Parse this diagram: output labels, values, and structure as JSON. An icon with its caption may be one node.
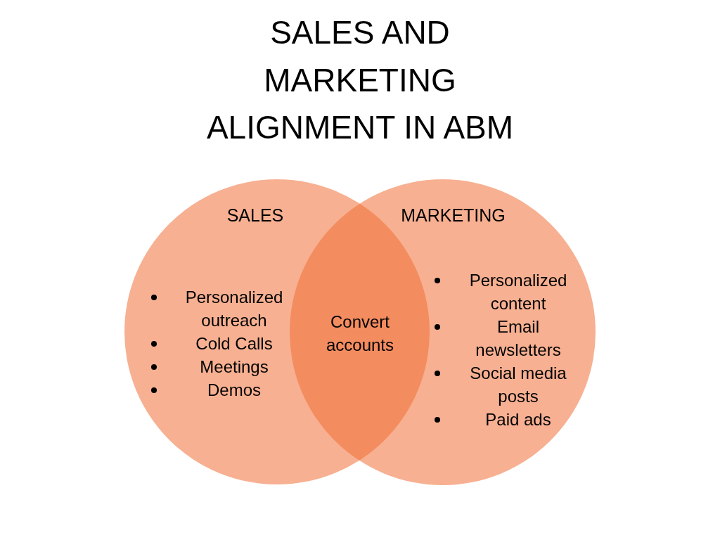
{
  "diagram": {
    "title": "SALES AND MARKETING ALIGNMENT IN ABM",
    "nodes": [
      {
        "text": [
          "SALES",
          "Personalized outreach",
          "Cold Calls",
          "Meetings",
          "Demos"
        ]
      },
      {
        "text": [
          "Convert accounts"
        ]
      },
      {
        "text": [
          "MARKETING",
          "Personalized content",
          "Email newsletters",
          "Social media posts",
          "Paid ads"
        ]
      }
    ]
  }
}
